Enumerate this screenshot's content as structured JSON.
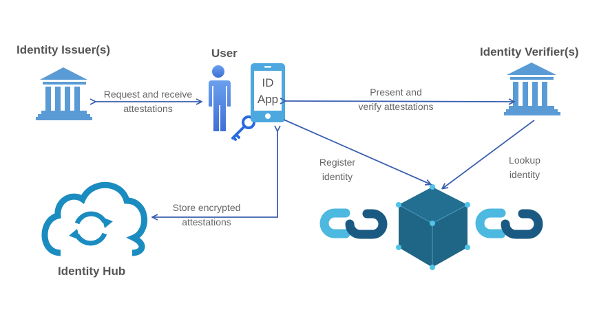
{
  "diagram": {
    "nodes": {
      "issuer": {
        "title": "Identity Issuer(s)",
        "icon": "bank-building-icon"
      },
      "user": {
        "title": "User",
        "icon": "person-icon",
        "key_icon": "key-icon"
      },
      "app": {
        "line1": "ID",
        "line2": "App",
        "icon": "smartphone-icon"
      },
      "verifier": {
        "title": "Identity Verifier(s)",
        "icon": "bank-building-icon"
      },
      "hub": {
        "title": "Identity Hub",
        "icon": "cloud-sync-icon"
      },
      "blockchain": {
        "icon": "blockchain-cube-icon",
        "link_icon": "chain-link-icon"
      }
    },
    "edges": {
      "issuer_user": {
        "line1": "Request and receive",
        "line2": "attestations",
        "direction": "bidirectional"
      },
      "app_verifier": {
        "line1": "Present and",
        "line2": "verify attestations",
        "direction": "bidirectional"
      },
      "app_blockchain": {
        "line1": "Register",
        "line2": "identity",
        "direction": "app-to-blockchain"
      },
      "verifier_blockchain": {
        "line1": "Lookup",
        "line2": "identity",
        "direction": "verifier-to-blockchain"
      },
      "app_hub": {
        "line1": "Store encrypted",
        "line2": "attestations",
        "direction": "bidirectional"
      }
    },
    "colors": {
      "building": "#5b9bd5",
      "person": "#4a7fe0",
      "phone": "#4da8df",
      "arrow": "#3a5fb0",
      "cloud": "#1a8cc0",
      "cube": "#1f6585",
      "node_dot": "#4fc3e8",
      "link_light": "#4db8e0",
      "link_dark": "#1a5a82",
      "text": "#666666",
      "title": "#555555"
    }
  }
}
